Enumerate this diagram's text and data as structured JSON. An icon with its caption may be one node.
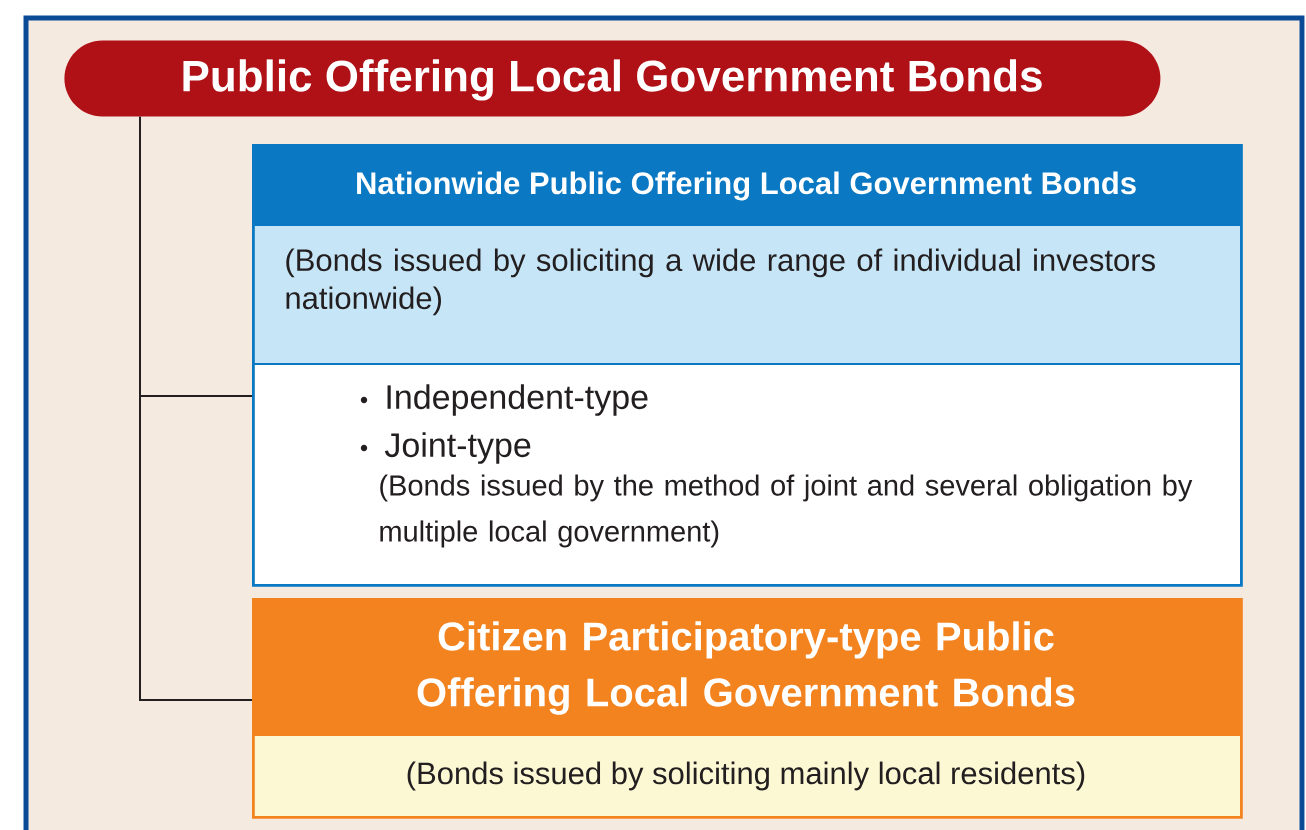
{
  "diagram": {
    "nodes": [
      {
        "text": [
          "Public Offering Local Government Bonds"
        ]
      },
      {
        "text": [
          "Nationwide Public Offering Local Government Bonds",
          "(Bonds issued by soliciting a wide range of individual investors nationwide)",
          "Independent-type",
          "Joint-type",
          "(Bonds issued by the method of joint and several obligation by multiple local government)"
        ]
      },
      {
        "text": [
          "Citizen Participatory-type Public Offering Local Government Bonds",
          "(Bonds issued by soliciting mainly local residents)"
        ]
      }
    ],
    "edges": [
      {
        "from": 0,
        "to": 1,
        "arrow": "none"
      },
      {
        "from": 0,
        "to": 2,
        "arrow": "none"
      }
    ]
  }
}
